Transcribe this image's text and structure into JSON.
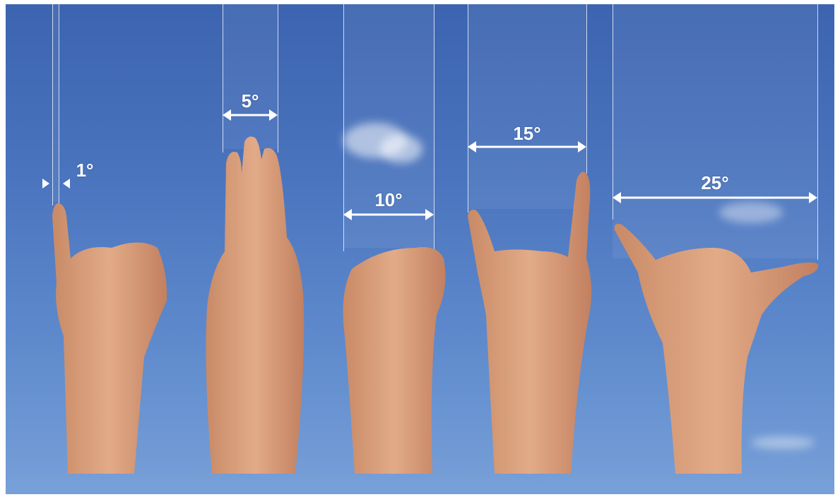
{
  "measurements": [
    {
      "angle_label": "1°",
      "hand": "pinky-finger-extended"
    },
    {
      "angle_label": "5°",
      "hand": "three-fingers-extended"
    },
    {
      "angle_label": "10°",
      "hand": "closed-fist"
    },
    {
      "angle_label": "15°",
      "hand": "index-and-pinky-extended"
    },
    {
      "angle_label": "25°",
      "hand": "thumb-and-pinky-spread"
    }
  ],
  "colors": {
    "sky_top": "#3c64b0",
    "sky_bottom": "#78a0d8",
    "skin": "#d9a07c",
    "annotation": "#ffffff"
  }
}
